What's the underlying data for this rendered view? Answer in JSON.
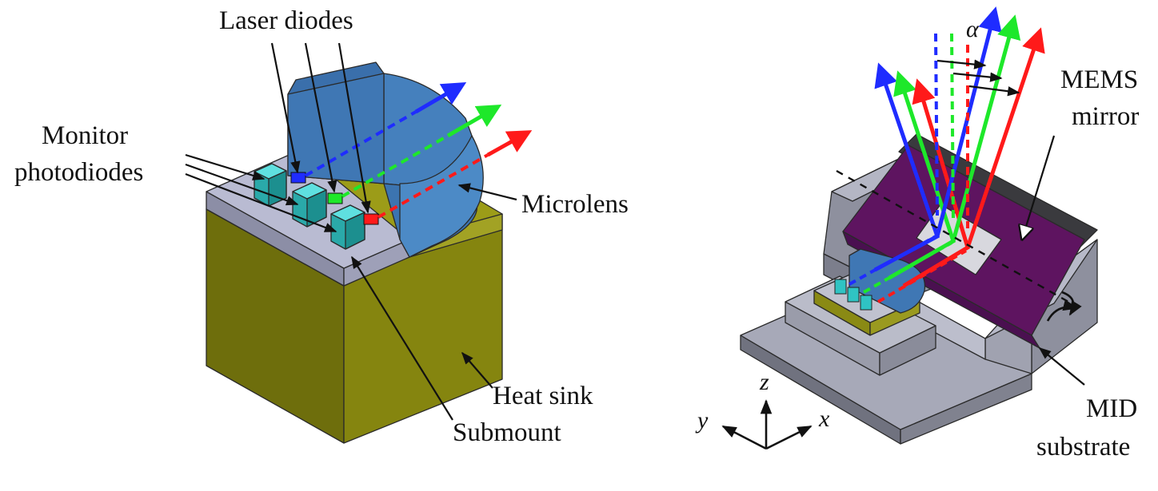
{
  "left_panel": {
    "labels": {
      "laser_diodes": "Laser diodes",
      "monitor_line1": "Monitor",
      "monitor_line2": "photodiodes",
      "microlens": "Microlens",
      "heat_sink": "Heat sink",
      "submount": "Submount"
    }
  },
  "right_panel": {
    "labels": {
      "mems_line1": "MEMS",
      "mems_line2": "mirror",
      "mid_line1": "MID",
      "mid_line2": "substrate",
      "alpha": "α"
    },
    "axes": {
      "x": "x",
      "y": "y",
      "z": "z"
    }
  },
  "colors": {
    "blue_beam": "#1f2cff",
    "green_beam": "#1ee82a",
    "red_beam": "#ff1a1a",
    "heat_sink": "#8a8a10",
    "submount": "#a7a9c4",
    "microlens": "#3b78b8",
    "photodiode": "#2fc3c3",
    "mems_mirror": "#5e1460",
    "mid_substrate": "#9c9eae"
  }
}
